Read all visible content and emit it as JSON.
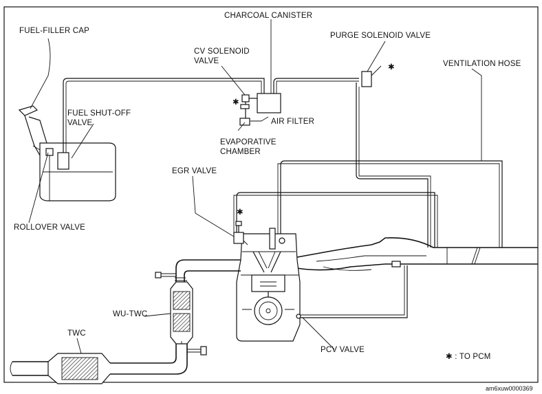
{
  "labels": {
    "fuel_filler_cap": "FUEL-FILLER CAP",
    "charcoal_canister": "CHARCOAL CANISTER",
    "purge_solenoid_valve": "PURGE SOLENOID VALVE",
    "cv_solenoid_line1": "CV SOLENOID",
    "cv_solenoid_line2": "VALVE",
    "ventilation_hose": "VENTILATION HOSE",
    "fuel_shutoff_line1": "FUEL SHUT-OFF",
    "fuel_shutoff_line2": "VALVE",
    "air_filter": "AIR FILTER",
    "evap_line1": "EVAPORATIVE",
    "evap_line2": "CHAMBER",
    "egr_valve": "EGR VALVE",
    "rollover_valve": "ROLLOVER VALVE",
    "wu_twc": "WU-TWC",
    "twc": "TWC",
    "pcv_valve": "PCV VALVE",
    "to_pcm": "✱ : TO PCM",
    "asterisk": "✱",
    "figure_code": "am6xuw0000369"
  }
}
